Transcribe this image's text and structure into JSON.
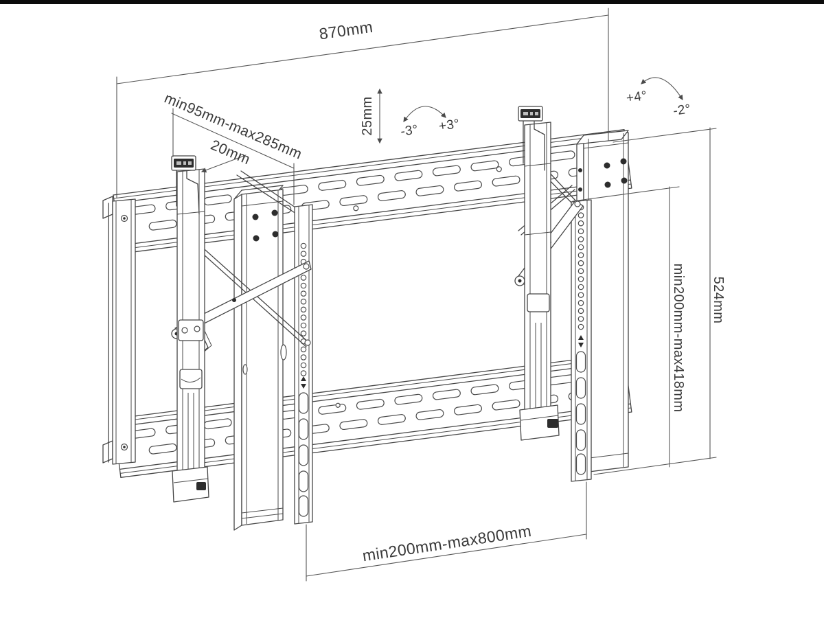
{
  "page": {
    "background": "#ffffff",
    "top_border_color": "#0b0b0b",
    "line_color": "#454545",
    "text_color": "#3a3a3a"
  },
  "diagram": {
    "type": "technical-drawing",
    "subject": "Pop-out video wall TV mount, isometric line drawing with dimension annotations",
    "dimensions": {
      "overall_width": "870mm",
      "popout_depth_range": "min95mm-max285mm",
      "fine_adjustment": "20mm",
      "height_adjustment": "25mm",
      "tilt_left": "-3°",
      "tilt_right": "+3°",
      "tilt_up": "+4°",
      "tilt_down": "-2°",
      "vesa_height_range": "min200mm-max418mm",
      "overall_height": "524mm",
      "vesa_width_range": "min200mm-max800mm"
    }
  }
}
